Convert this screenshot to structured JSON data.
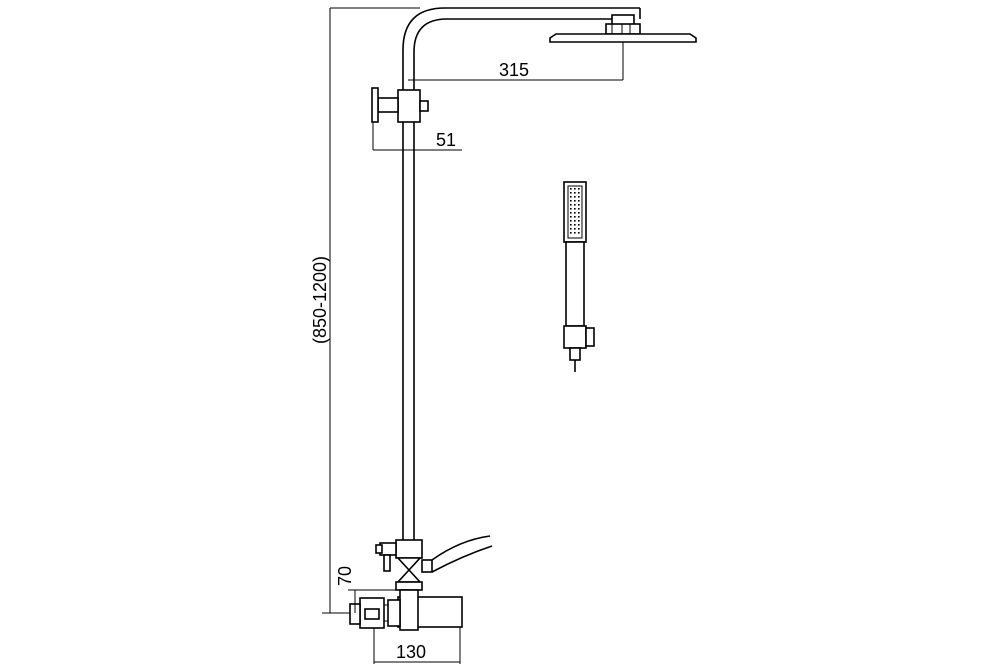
{
  "dimensions": {
    "head_reach": "315",
    "bracket_offset": "51",
    "height_range": "(850-1200)",
    "mixer_height": "70",
    "mixer_depth": "130"
  }
}
